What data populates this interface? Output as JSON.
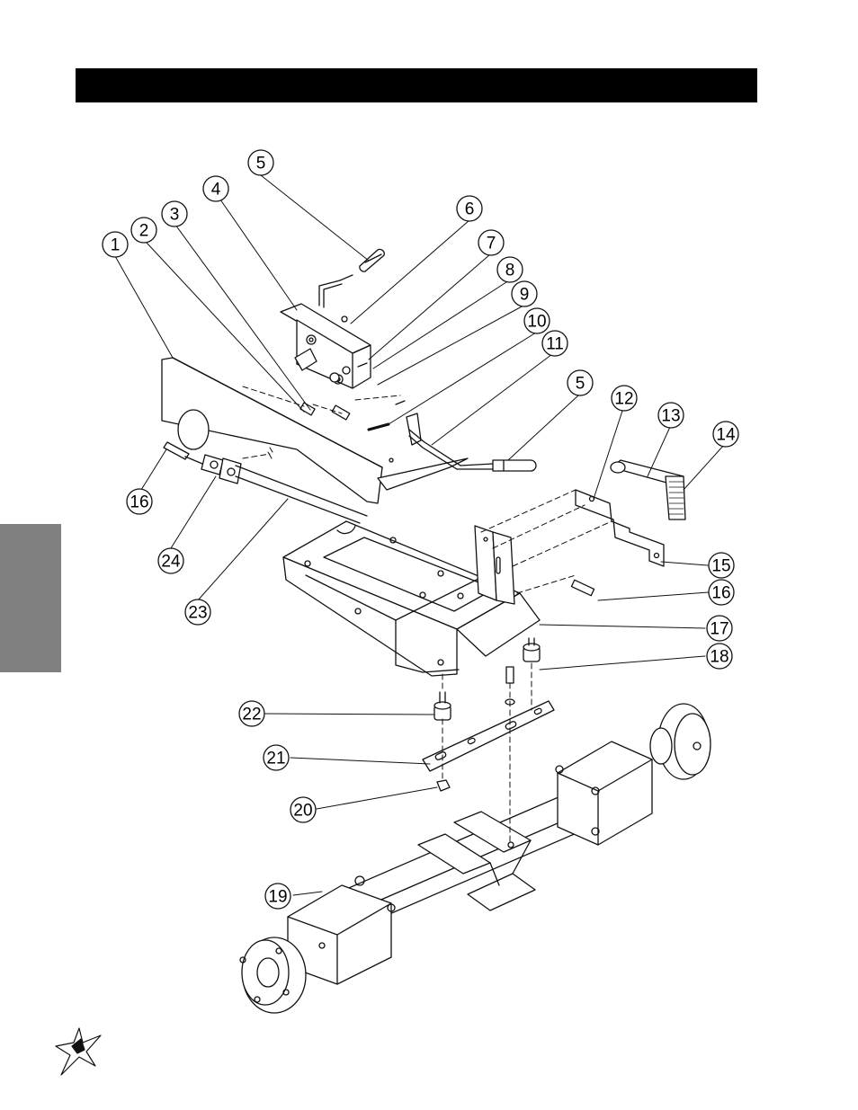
{
  "colors": {
    "header_bar": "#000000",
    "side_tab": "#808080",
    "line": "#111111",
    "paper": "#ffffff"
  },
  "header": {
    "title": ""
  },
  "logo": {
    "icon": "star-burst-icon"
  },
  "callouts": [
    {
      "id": "c5a",
      "label": "5"
    },
    {
      "id": "c4",
      "label": "4"
    },
    {
      "id": "c6",
      "label": "6"
    },
    {
      "id": "c3",
      "label": "3"
    },
    {
      "id": "c2",
      "label": "2"
    },
    {
      "id": "c1",
      "label": "1"
    },
    {
      "id": "c7",
      "label": "7"
    },
    {
      "id": "c8",
      "label": "8"
    },
    {
      "id": "c9",
      "label": "9"
    },
    {
      "id": "c10",
      "label": "10"
    },
    {
      "id": "c11",
      "label": "11"
    },
    {
      "id": "c5b",
      "label": "5"
    },
    {
      "id": "c12",
      "label": "12"
    },
    {
      "id": "c13",
      "label": "13"
    },
    {
      "id": "c14",
      "label": "14"
    },
    {
      "id": "c16a",
      "label": "16"
    },
    {
      "id": "c24",
      "label": "24"
    },
    {
      "id": "c23",
      "label": "23"
    },
    {
      "id": "c15",
      "label": "15"
    },
    {
      "id": "c16b",
      "label": "16"
    },
    {
      "id": "c17",
      "label": "17"
    },
    {
      "id": "c18",
      "label": "18"
    },
    {
      "id": "c22",
      "label": "22"
    },
    {
      "id": "c21",
      "label": "21"
    },
    {
      "id": "c20",
      "label": "20"
    },
    {
      "id": "c19",
      "label": "19"
    }
  ]
}
